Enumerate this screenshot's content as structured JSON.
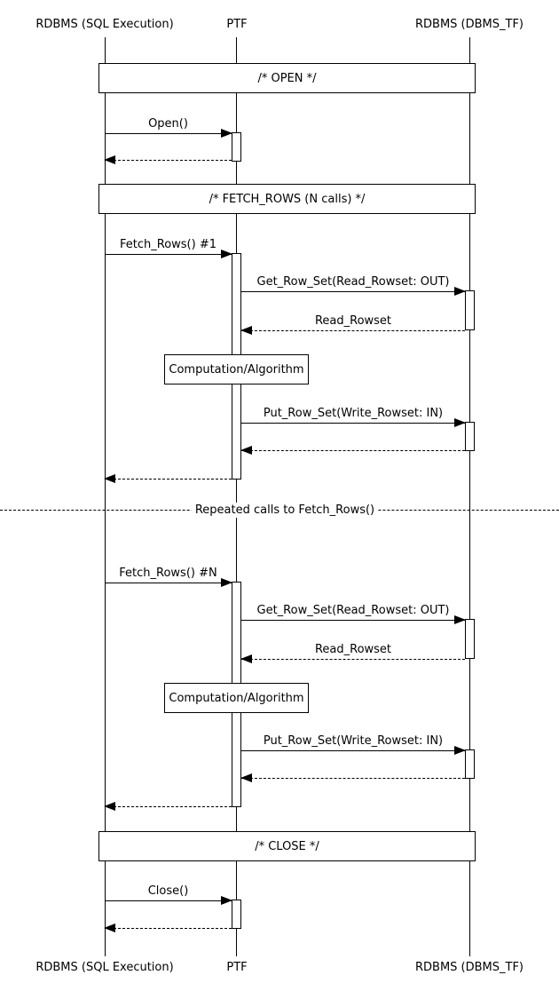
{
  "participants": {
    "rdbms_sql": "RDBMS (SQL Execution)",
    "ptf": "PTF",
    "rdbms_dbms_tf": "RDBMS (DBMS_TF)"
  },
  "frames": {
    "open": "/* OPEN */",
    "fetch_rows": "/* FETCH_ROWS (N calls) */",
    "close": "/* CLOSE */"
  },
  "messages": {
    "open_call": "Open()",
    "fetch_rows_1": "Fetch_Rows() #1",
    "get_row_set": "Get_Row_Set(Read_Rowset: OUT)",
    "read_rowset": "Read_Rowset",
    "put_row_set": "Put_Row_Set(Write_Rowset: IN)",
    "fetch_rows_n": "Fetch_Rows() #N",
    "close_call": "Close()"
  },
  "notes": {
    "computation": "Computation/Algorithm",
    "divider": "Repeated calls to Fetch_Rows()"
  },
  "colors": {
    "line": "#000000",
    "background": "#ffffff",
    "text": "#000000"
  }
}
